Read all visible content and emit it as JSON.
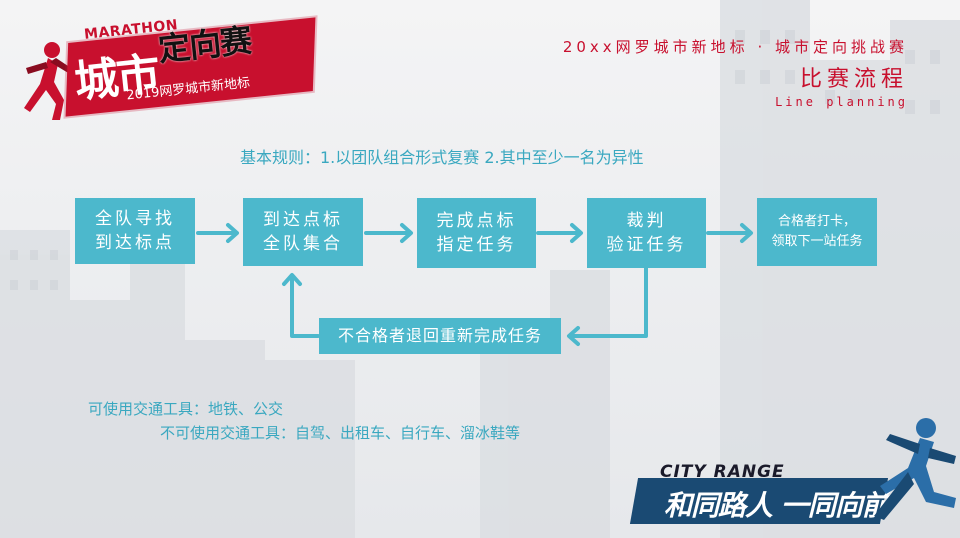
{
  "logo": {
    "en": "MARATHON",
    "cn_main": "城市",
    "cn_accent": "定向赛",
    "subtitle": "2019网罗城市新地标"
  },
  "header": {
    "line1": "20xx网罗城市新地标  ·  城市定向挑战赛",
    "title": "比赛流程",
    "subtitle_en": "Line planning"
  },
  "rules": "基本规则：1.以团队组合形式复赛   2.其中至少一名为异性",
  "steps": [
    {
      "line1": "全队寻找",
      "line2": "到达标点"
    },
    {
      "line1": "到达点标",
      "line2": "全队集合"
    },
    {
      "line1": "完成点标",
      "line2": "指定任务"
    },
    {
      "line1": "裁判",
      "line2": "验证任务"
    },
    {
      "line1": "合格者打卡，",
      "line2": "领取下一站任务"
    }
  ],
  "fail_box": "不合格者退回重新完成任务",
  "transport": {
    "allowed": "可使用交通工具：地铁、公交",
    "forbidden": "不可使用交通工具：自驾、出租车、自行车、溜冰鞋等"
  },
  "badge": {
    "en": "CITY RANGE",
    "cn": "和同路人 一同向前"
  },
  "colors": {
    "accent_red": "#c8102e",
    "box_teal": "#4cb8cc",
    "text_teal": "#3aa8c0",
    "badge_navy": "#1a4a73"
  }
}
